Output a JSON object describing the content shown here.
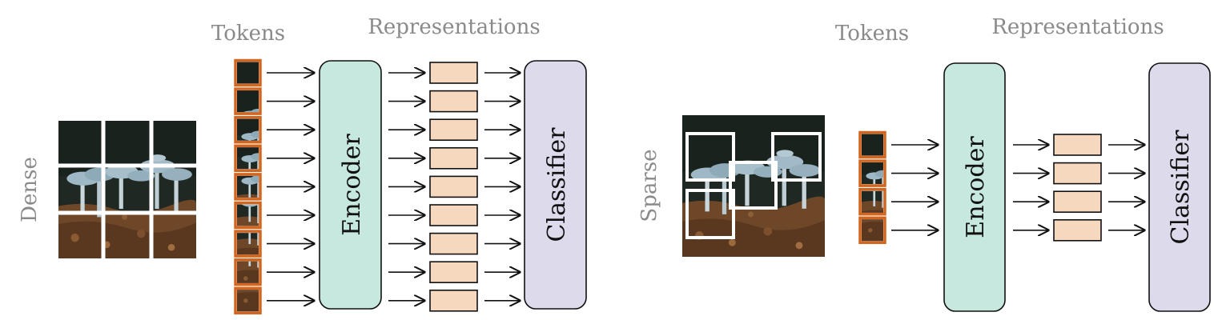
{
  "panels": [
    {
      "id": "dense",
      "side_label": "Dense",
      "tokens_heading": "Tokens",
      "representations_heading": "Representations",
      "encoder_label": "Encoder",
      "classifier_label": "Classifier",
      "token_count": 9,
      "representation_count": 9
    },
    {
      "id": "sparse",
      "side_label": "Sparse",
      "tokens_heading": "Tokens",
      "representations_heading": "Representations",
      "encoder_label": "Encoder",
      "classifier_label": "Classifier",
      "token_count": 4,
      "representation_count": 4
    }
  ],
  "colors": {
    "encoder_fill": "#c6e8de",
    "classifier_fill": "#dcdaeb",
    "representation_fill": "#f6d8bf",
    "token_border": "#d2661e",
    "label_gray": "#8a8a8a",
    "stroke": "#111111"
  },
  "image": {
    "description_icon": "mushroom-photo",
    "background_dark": "#1e2620",
    "mushroom_color": "#9fb7c4",
    "soil_color": "#6b4326"
  }
}
